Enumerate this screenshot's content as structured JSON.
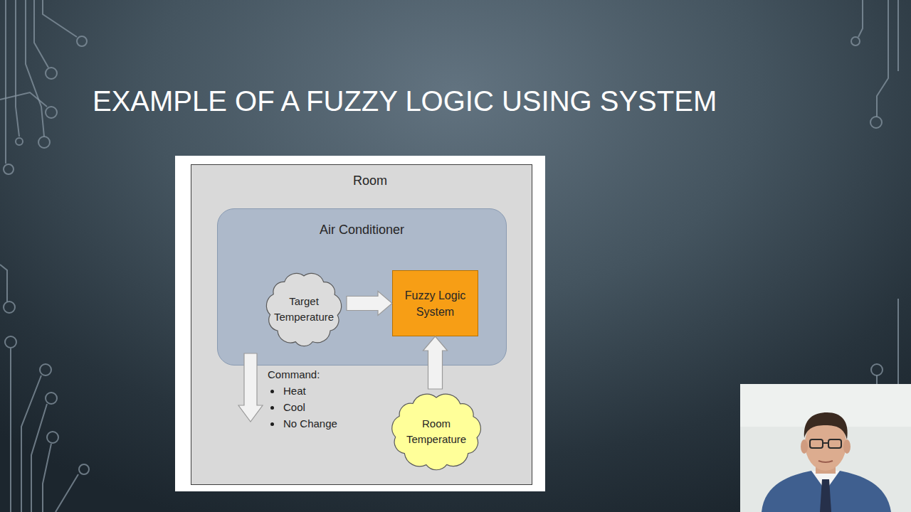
{
  "diagram": {
    "title": "EXAMPLE OF A FUZZY LOGIC USING SYSTEM",
    "nodes": [
      {
        "text": [
          "Room"
        ]
      },
      {
        "text": [
          "Air Conditioner"
        ],
        "in": 0
      },
      {
        "text": [
          "Target Temperature"
        ],
        "in": 1
      },
      {
        "text": [
          "Fuzzy Logic System"
        ],
        "in": 1
      },
      {
        "text": [
          "Room Temperature"
        ],
        "in": 0
      }
    ],
    "edges": [
      {
        "from": 2,
        "to": 3,
        "arrow": "to"
      },
      {
        "from": 4,
        "to": 3,
        "arrow": "to"
      }
    ],
    "labels": [
      "Command:",
      "Heat",
      "Cool",
      "No Change"
    ]
  }
}
